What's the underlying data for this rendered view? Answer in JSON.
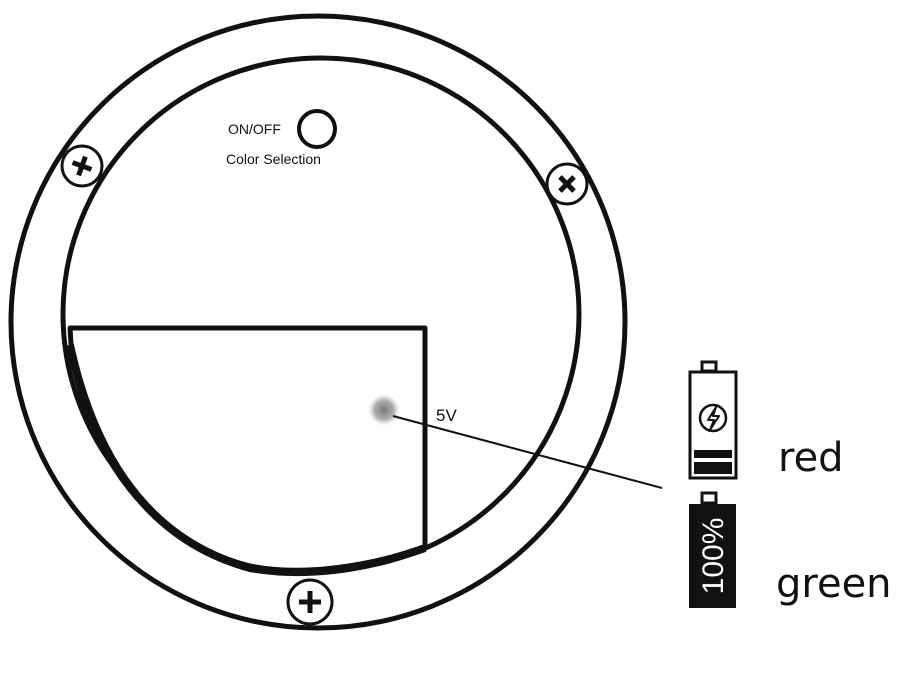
{
  "button": {
    "label_line1": "ON/OFF",
    "label_line2": "Color Selection"
  },
  "port": {
    "label": "5V"
  },
  "indicators": [
    {
      "status": "red",
      "icon": "battery-charging-icon"
    },
    {
      "status": "green",
      "icon": "battery-full-icon",
      "battery_text": "100%"
    }
  ],
  "screws": [
    "screw-plus-icon",
    "screw-plus-icon",
    "screw-plus-icon"
  ],
  "colors": {
    "line": "#111111",
    "background": "#ffffff",
    "port_dot": "#8a8a8a"
  }
}
